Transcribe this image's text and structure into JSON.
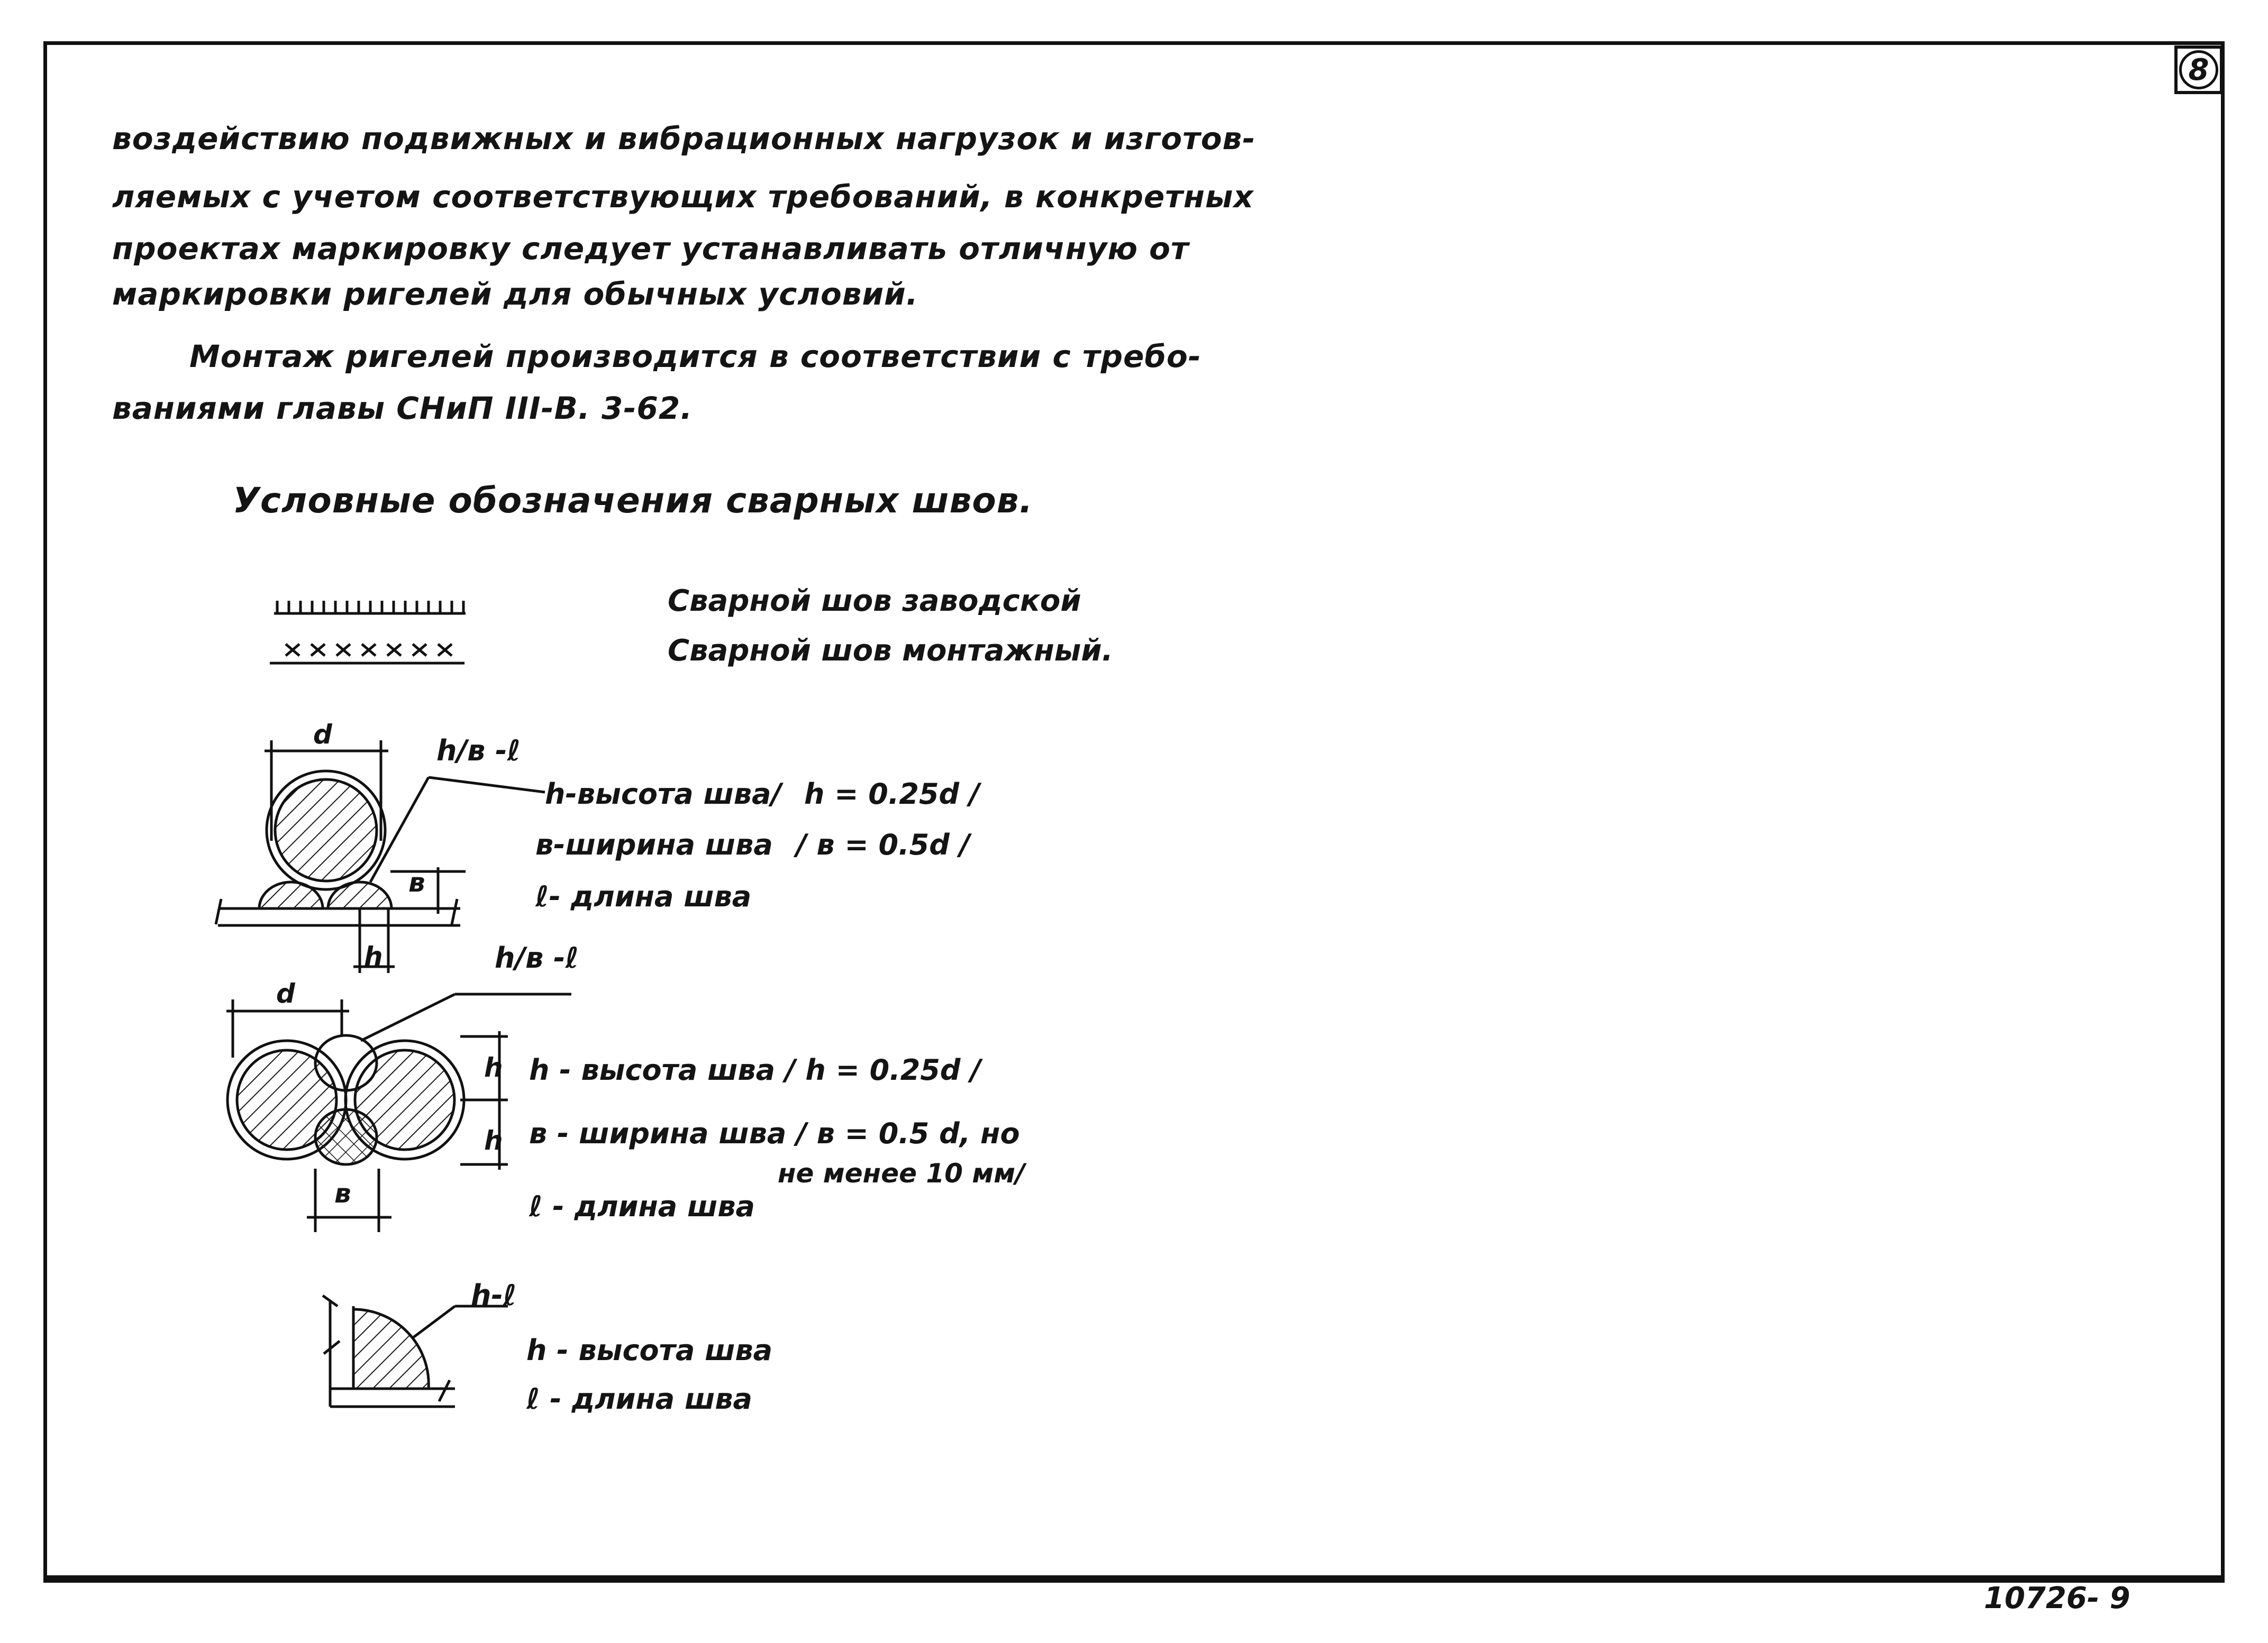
{
  "page_number": "8",
  "sheet_code": "10726- 9",
  "intro_lines": [
    "воздействию подвижных и вибрационных нагрузок и изготов-",
    "ляемых с учетом соответствующих требований, в конкретных",
    "проектах маркировку следует устанавливать отличную от",
    "маркировки ригелей для обычных условий."
  ],
  "mount_lines": [
    "Монтаж ригелей производится в соответствии с требо-",
    "ваниями главы СНиП III-В. 3-62."
  ],
  "heading": "Условные обозначения сварных швов.",
  "legend": [
    {
      "symbol": "factory-weld-symbol",
      "label": "Сварной шов заводской"
    },
    {
      "symbol": "site-weld-symbol",
      "label": "Сварной шов монтажный."
    }
  ],
  "weld_types": [
    {
      "formula": "h/в -ℓ",
      "dims": {
        "d": "d",
        "h": "h",
        "b": "в"
      },
      "lines": [
        "h-высота шва/",
        "в-ширина шва",
        "ℓ- длина шва"
      ],
      "ratios": [
        "h = 0.25d /",
        "/ в = 0.5d /"
      ]
    },
    {
      "formula": "h/в -ℓ",
      "dims": {
        "d": "d",
        "h1": "h",
        "h2": "h",
        "b": "в"
      },
      "lines": [
        "h - высота шва / h = 0.25d /",
        "в - ширина шва / в = 0.5 d, но",
        "не менее 10 мм/",
        "ℓ - длина шва"
      ]
    },
    {
      "formula": "h-ℓ",
      "lines": [
        "h - высота шва",
        "ℓ - длина шва"
      ]
    }
  ]
}
